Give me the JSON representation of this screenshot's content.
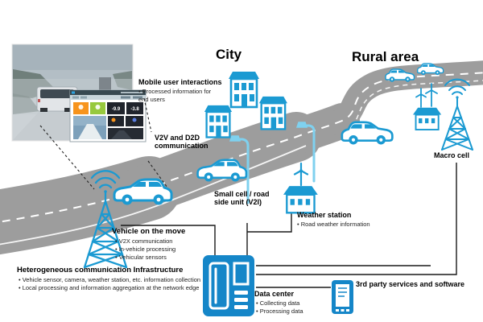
{
  "titles": {
    "city": "City",
    "rural": "Rural area"
  },
  "sections": {
    "mobile_user": {
      "heading": "Mobile user interactions",
      "bullets": [
        "Processed information for end users"
      ]
    },
    "v2v": {
      "heading": "V2V and D2D communication"
    },
    "small_cell": {
      "heading": "Small cell / road side unit (V2I)"
    },
    "weather_station": {
      "heading": "Weather station",
      "bullets": [
        "Road weather information"
      ]
    },
    "vehicle": {
      "heading": "Vehicle on the move",
      "bullets": [
        "V2X communication",
        "In-vehicle processing",
        "Vehicular sensors"
      ]
    },
    "hetero": {
      "heading": "Heterogeneous communication  Infrastructure",
      "bullets": [
        "Vehicle sensor, camera, weather station, etc. information collection",
        "Local processing and information aggregation at the network edge"
      ]
    },
    "data_center": {
      "heading": "Data center",
      "bullets": [
        "Collecting data",
        "Processing data"
      ]
    },
    "third_party": {
      "heading": "3rd party services and software"
    },
    "macro_cell": {
      "heading": "Macro cell"
    }
  },
  "app": {
    "values": [
      "-9.9",
      "-3.8"
    ]
  },
  "colors": {
    "icon_blue": "#1b9ad2",
    "deep_blue": "#1586c8",
    "light_blue": "#7fd1ef",
    "road_gray": "#9d9d9d",
    "tile_dark": "#20242c",
    "tile_orange": "#f7941d",
    "tile_green": "#97c93d"
  }
}
